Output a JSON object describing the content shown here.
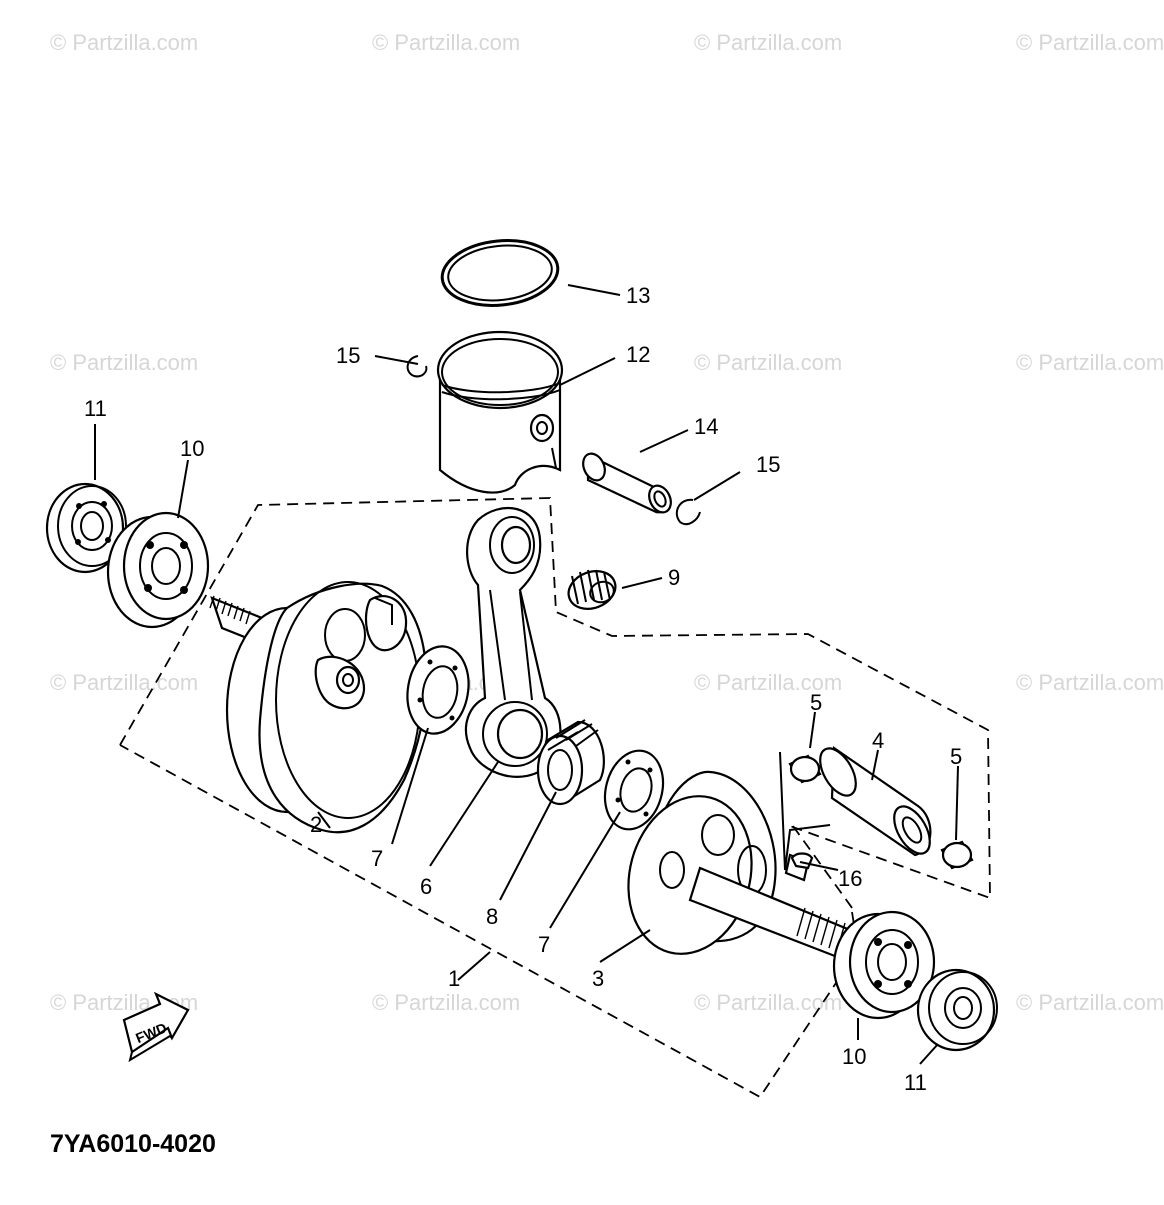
{
  "diagram": {
    "code": "7YA6010-4020",
    "watermark": "© Partzilla.com",
    "fwd_label": "FWD",
    "callouts": {
      "p1": "1",
      "p2": "2",
      "p3": "3",
      "p4": "4",
      "p5a": "5",
      "p5b": "5",
      "p6": "6",
      "p7a": "7",
      "p7b": "7",
      "p8": "8",
      "p9": "9",
      "p10a": "10",
      "p10b": "10",
      "p11a": "11",
      "p11b": "11",
      "p12": "12",
      "p13": "13",
      "p14": "14",
      "p15a": "15",
      "p15b": "15",
      "p16": "16"
    }
  }
}
